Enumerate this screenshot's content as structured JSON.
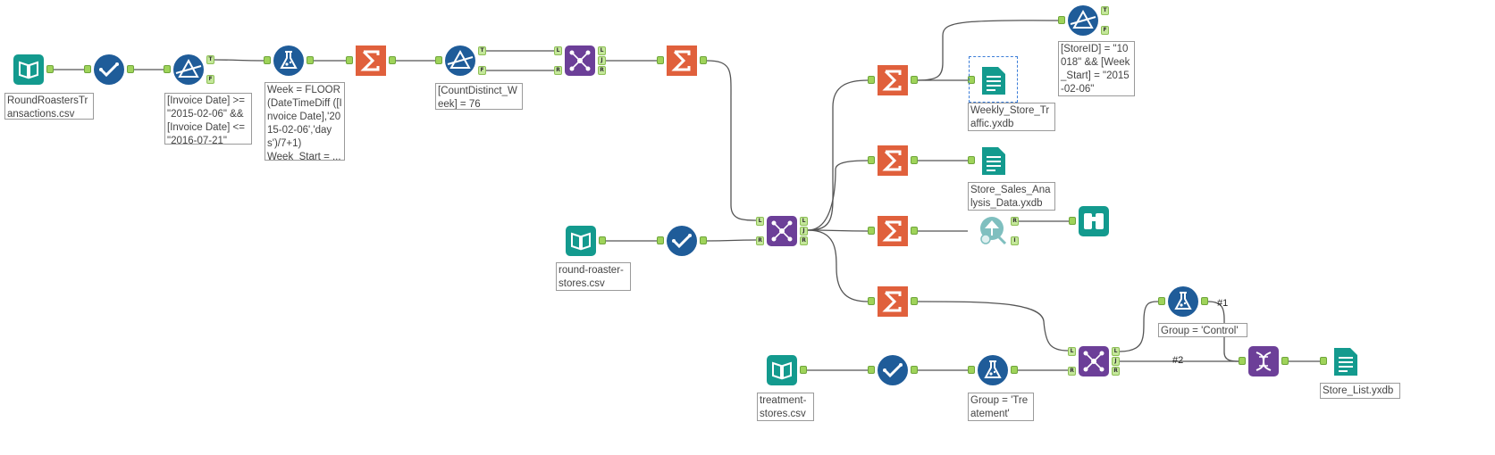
{
  "colors": {
    "input": "#139a8e",
    "select": "#1f5c99",
    "filter": "#1f5c99",
    "formula": "#1f5c99",
    "summarize": "#e0603c",
    "join": "#6c3f98",
    "browse": "#139a8e",
    "output": "#139a8e",
    "model": "#7fbfbf",
    "union": "#6c3f98",
    "wire": "#555555",
    "anchor": "#9fd35a"
  },
  "tools": [
    {
      "id": "in1",
      "type": "input",
      "icon": "book-icon"
    },
    {
      "id": "sel1",
      "type": "select",
      "icon": "checkmark-icon"
    },
    {
      "id": "flt1",
      "type": "filter",
      "icon": "triangle-filter-icon"
    },
    {
      "id": "frm1",
      "type": "formula",
      "icon": "flask-icon"
    },
    {
      "id": "sum1",
      "type": "summarize",
      "icon": "sigma-icon"
    },
    {
      "id": "flt2",
      "type": "filter",
      "icon": "triangle-filter-icon"
    },
    {
      "id": "join1",
      "type": "join",
      "icon": "join-icon"
    },
    {
      "id": "sum2",
      "type": "summarize",
      "icon": "sigma-icon"
    },
    {
      "id": "in2",
      "type": "input",
      "icon": "book-icon"
    },
    {
      "id": "sel2",
      "type": "select",
      "icon": "checkmark-icon"
    },
    {
      "id": "join2",
      "type": "join",
      "icon": "join-icon"
    },
    {
      "id": "sum3",
      "type": "summarize",
      "icon": "sigma-icon"
    },
    {
      "id": "sum4",
      "type": "summarize",
      "icon": "sigma-icon"
    },
    {
      "id": "sum5",
      "type": "summarize",
      "icon": "sigma-icon"
    },
    {
      "id": "sum6",
      "type": "summarize",
      "icon": "sigma-icon"
    },
    {
      "id": "flt3",
      "type": "filter",
      "icon": "triangle-filter-icon"
    },
    {
      "id": "out1",
      "type": "output",
      "icon": "output-file-icon"
    },
    {
      "id": "out2",
      "type": "output",
      "icon": "output-file-icon"
    },
    {
      "id": "model1",
      "type": "model",
      "icon": "forest-model-icon"
    },
    {
      "id": "brw1",
      "type": "browse",
      "icon": "binoculars-icon"
    },
    {
      "id": "in3",
      "type": "input",
      "icon": "book-icon"
    },
    {
      "id": "sel3",
      "type": "select",
      "icon": "checkmark-icon"
    },
    {
      "id": "frm2",
      "type": "formula",
      "icon": "flask-icon"
    },
    {
      "id": "join3",
      "type": "join",
      "icon": "join-icon"
    },
    {
      "id": "frm3",
      "type": "formula",
      "icon": "flask-icon"
    },
    {
      "id": "union1",
      "type": "union",
      "icon": "dna-union-icon"
    },
    {
      "id": "out3",
      "type": "output",
      "icon": "output-file-icon"
    }
  ],
  "annotations": {
    "in1": "RoundRoastersTransactions.csv",
    "flt1": "[Invoice Date] >= \"2015-02-06\" && [Invoice Date] <= \"2016-07-21\"",
    "frm1": "Week = FLOOR (DateTimeDiff ([Invoice Date],'2015-02-06','days')/7+1)\nWeek_Start = ...",
    "flt2": "[CountDistinct_Week] = 76",
    "in2": "round-roaster-stores.csv",
    "flt3": "[StoreID] = \"10018\" && [Week_Start] = \"2015-02-06\"",
    "out1": "Weekly_Store_Traffic.yxdb",
    "out2": "Store_Sales_Analysis_Data.yxdb",
    "in3": "treatment-stores.csv",
    "frm2": "Group = 'Treatement'",
    "frm3": "Group = 'Control'",
    "out3": "Store_List.yxdb"
  },
  "anchor_letters": {
    "true": "T",
    "false": "F",
    "left": "L",
    "join": "J",
    "right": "R",
    "report": "R",
    "interactive": "I"
  },
  "connection_labels": {
    "c1": "#1",
    "c2": "#2"
  }
}
